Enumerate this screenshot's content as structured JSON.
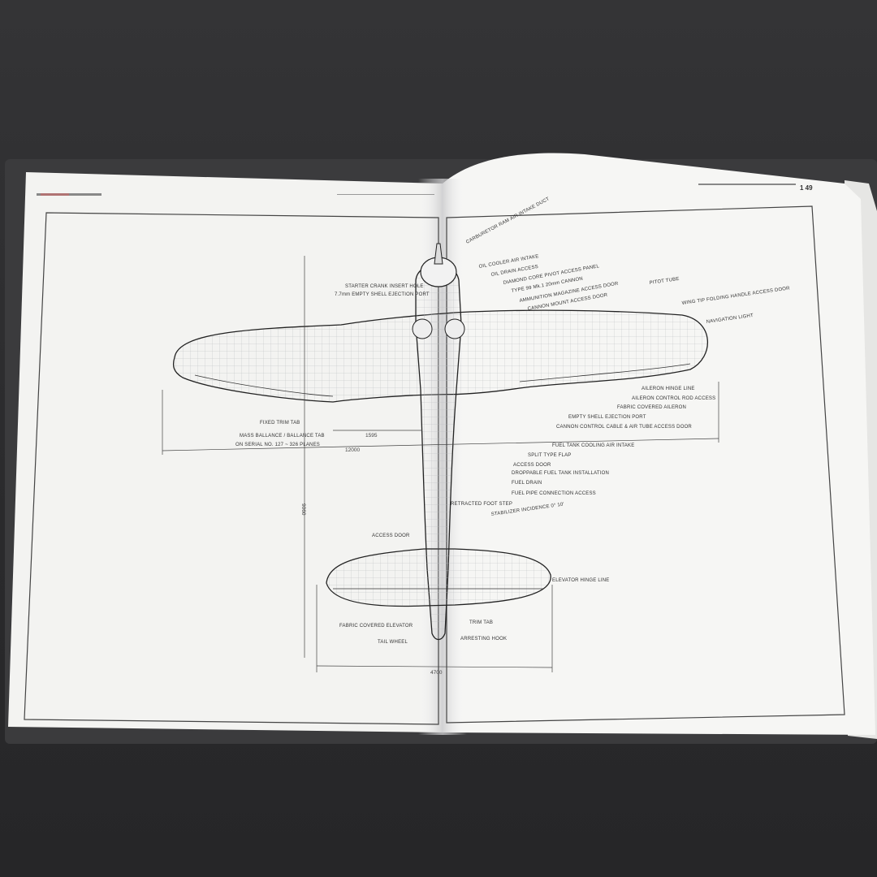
{
  "page": {
    "header_right": "1 49"
  },
  "aircraft": {
    "dimensions": {
      "wingspan": "12000",
      "length": "9060",
      "tailplane_span": "4700",
      "aileron_section": "1595"
    },
    "callouts": [
      "STARTER CRANK INSERT HOLE",
      "7.7mm EMPTY SHELL EJECTION PORT",
      "CARBURETOR RAM AIR INTAKE DUCT",
      "OIL COOLER AIR INTAKE",
      "OIL DRAIN ACCESS",
      "DIAMOND CORE PIVOT ACCESS PANEL",
      "TYPE 99 Mk.1 20mm CANNON",
      "AMMUNITION MAGAZINE ACCESS DOOR",
      "CANNON MOUNT ACCESS DOOR",
      "PITOT TUBE",
      "WING TIP FOLDING HANDLE ACCESS DOOR",
      "NAVIGATION LIGHT",
      "AILERON HINGE LINE",
      "AILERON CONTROL ROD ACCESS",
      "FABRIC COVERED AILERON",
      "EMPTY SHELL EJECTION PORT",
      "CANNON CONTROL CABLE & AIR TUBE ACCESS DOOR",
      "FUEL TANK COOLING AIR INTAKE",
      "SPLIT TYPE FLAP",
      "ACCESS DOOR",
      "DROPPABLE FUEL TANK INSTALLATION",
      "FUEL DRAIN",
      "FUEL PIPE CONNECTION ACCESS",
      "RETRACTED FOOT STEP",
      "STABILIZER INCIDENCE 0° 10'",
      "FIXED TRIM TAB",
      "MASS BALLANCE / BALLANCE TAB",
      "ON SERIAL NO. 127 ~ 326 PLANES",
      "ACCESS DOOR",
      "ELEVATOR HINGE LINE",
      "FABRIC COVERED ELEVATOR",
      "TRIM TAB",
      "TAIL WHEEL",
      "ARRESTING HOOK"
    ]
  }
}
